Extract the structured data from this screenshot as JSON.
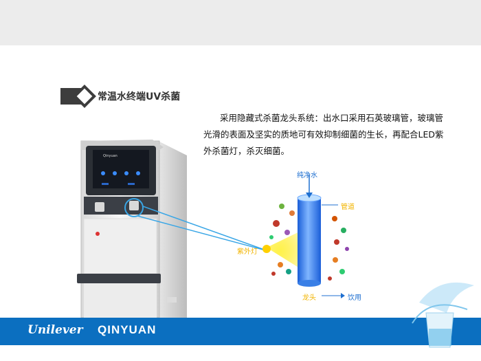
{
  "section": {
    "title": "常温水终端UV杀菌"
  },
  "description": "采用隐藏式杀菌龙头系统：出水口采用石英玻璃管，玻璃管光滑的表面及坚实的质地可有效抑制细菌的生长，再配合LED紫外杀菌灯，杀灭细菌。",
  "device": {
    "panel_brand": "Qinyuan"
  },
  "diagram": {
    "label_top": "纯净水",
    "label_pipe": "管道",
    "label_lamp": "紫外灯",
    "label_faucet": "龙头",
    "label_out": "饮用"
  },
  "footer": {
    "brand_left": "Unilever",
    "brand_right": "QINYUAN"
  },
  "colors": {
    "band": "#0b6fc0",
    "pipe": "#2f7fe0",
    "label_blue": "#1e6fd0",
    "label_yellow": "#f2b400"
  }
}
